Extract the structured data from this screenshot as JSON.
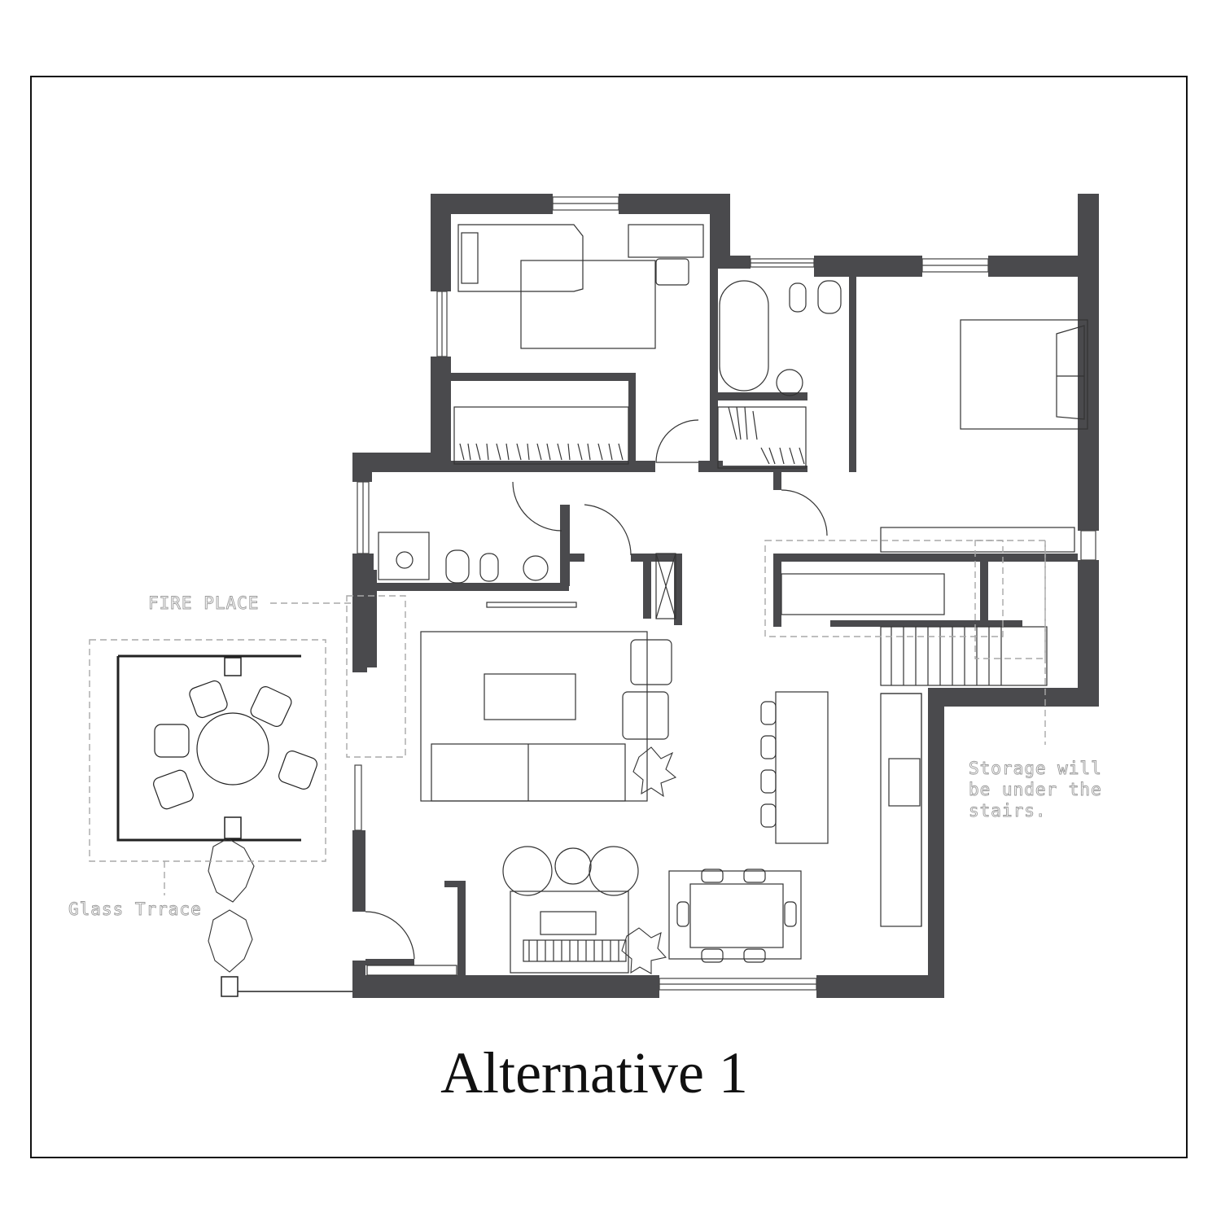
{
  "drawing": {
    "title": "Alternative 1",
    "annotations": {
      "fire_place": "FIRE PLACE",
      "glass_terrace": "Glass Trrace",
      "storage_note_line1": "Storage will",
      "storage_note_line2": "be under the",
      "storage_note_line3": "stairs."
    }
  },
  "colors": {
    "wall": "#4a4a4d",
    "line": "#333333",
    "dash": "#a8a8a8",
    "frame": "#111111",
    "background": "#ffffff"
  },
  "icons": [
    "bed-icon",
    "desk-icon",
    "bathtub-icon",
    "toilet-icon",
    "sink-icon",
    "sofa-icon",
    "armchair-icon",
    "dining-table-icon",
    "piano-icon",
    "plant-icon",
    "stairs-icon",
    "door-swing-icon",
    "window-icon"
  ]
}
